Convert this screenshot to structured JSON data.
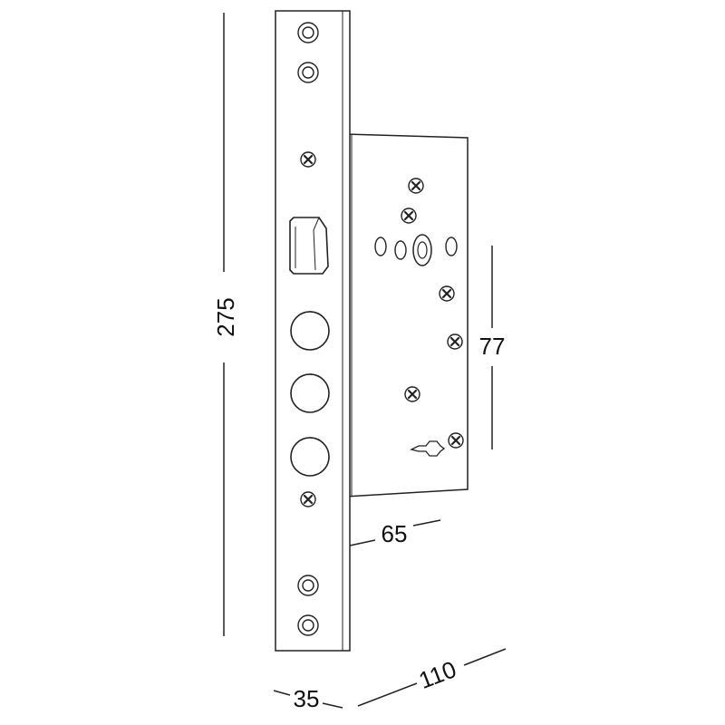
{
  "dimensions": {
    "height_total": "275",
    "faceplate_width": "35",
    "case_depth": "110",
    "backset": "65",
    "handle_cylinder_distance": "77"
  },
  "colors": {
    "stroke": "#222222",
    "fill": "#ffffff",
    "text": "#111111"
  },
  "icons": {
    "screw": "phillips-screw-icon",
    "hole": "mounting-hole-icon",
    "latch": "latch-bolt-icon",
    "deadbolt": "deadbolt-round-icon",
    "keyhole": "keyhole-slot-icon"
  }
}
